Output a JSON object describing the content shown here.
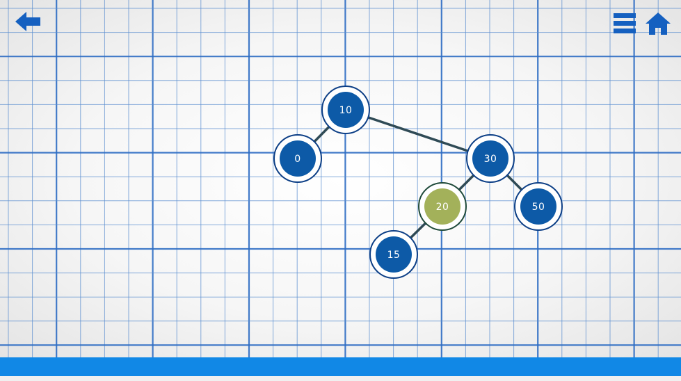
{
  "colors": {
    "grid_minor": "#5d8fd0",
    "grid_major": "#2e6dc4",
    "node_fill": "#0d5aa7",
    "node_ring": "#0d3f86",
    "node_highlight_fill": "#a3b15a",
    "node_highlight_ring": "#1f4a3a",
    "edge": "#2f4a55",
    "toolbar_icon": "#1560c0",
    "bottom_bar": "#1188e6"
  },
  "toolbar": {
    "back_icon": "arrow-left-icon",
    "menu_icon": "menu-icon",
    "home_icon": "home-icon"
  },
  "tree": {
    "nodes": [
      {
        "id": "n10",
        "label": "10",
        "highlight": false
      },
      {
        "id": "n0",
        "label": "0",
        "highlight": false
      },
      {
        "id": "n30",
        "label": "30",
        "highlight": false
      },
      {
        "id": "n20",
        "label": "20",
        "highlight": true
      },
      {
        "id": "n50",
        "label": "50",
        "highlight": false
      },
      {
        "id": "n15",
        "label": "15",
        "highlight": false
      }
    ],
    "edges": [
      {
        "from": "n10",
        "to": "n0"
      },
      {
        "from": "n10",
        "to": "n30"
      },
      {
        "from": "n30",
        "to": "n20"
      },
      {
        "from": "n30",
        "to": "n50"
      },
      {
        "from": "n20",
        "to": "n15"
      }
    ]
  }
}
